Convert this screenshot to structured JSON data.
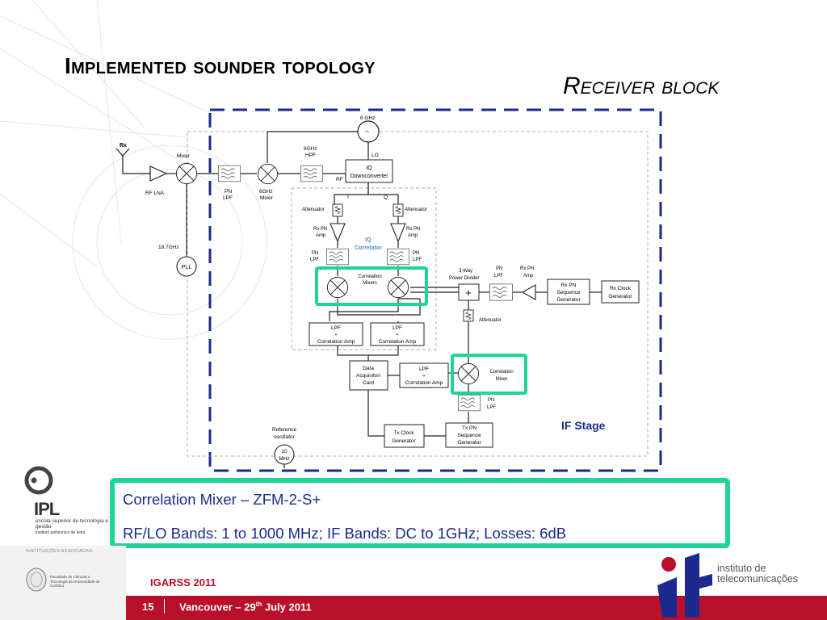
{
  "slide": {
    "title": "Implemented sounder topology",
    "subtitle": "Receiver block"
  },
  "diagram": {
    "rx": "Rx",
    "mixer": "Mixer",
    "rf_lna": "RF LNA",
    "pn": "PN",
    "lpf": "LPF",
    "ghz6": "6GHz",
    "mixer2": "Mixer",
    "hpf": "HPF",
    "ghz6b": "6GHz",
    "lo_freq": "6 GHz",
    "lo": "LO",
    "rf": "RF",
    "iq": "IQ",
    "downconverter": "Downconverter",
    "i": "I",
    "q": "Q",
    "attenuator": "Attenuator",
    "rx_pn": "Rx PN",
    "amp": "Amp",
    "iq_correlator_1": "IQ",
    "iq_correlator_2": "Correlator",
    "correlation": "Correlation",
    "mixers": "Mixers",
    "plus": "+",
    "corr_amp": "Correlation Amp",
    "data_1": "Data",
    "data_2": "Acquisiton",
    "data_3": "Card",
    "pll_freq": "18.7GHz",
    "pll": "PLL",
    "way3": "3-Way",
    "power_divider": "Power Divider",
    "rx_pn_seq_1": "Rx PN",
    "rx_pn_seq_2": "Sequence",
    "rx_pn_seq_3": "Generator",
    "rx_clock_1": "Rx Clock",
    "rx_clock_2": "Generator",
    "mixer_single": "Mixer",
    "tx_clock_1": "Tx Clock",
    "tx_clock_2": "Generator",
    "tx_pn_1": "Tx PN",
    "tx_pn_2": "Sequence",
    "tx_pn_3": "Generator",
    "ref_osc_1": "Reference",
    "ref_osc_2": "oscillator",
    "mhz10_1": "10",
    "mhz10_2": "MHz",
    "if_stage": "IF Stage"
  },
  "info": {
    "line1": "Correlation Mixer – ZFM-2-S+",
    "line2": "RF/LO Bands: 1 to 1000 MHz; IF Bands: DC to 1GHz;   Losses: 6dB"
  },
  "footer": {
    "conference": "IGARSS 2011",
    "page": "15",
    "place": "Vancouver – 29",
    "ordinal": "th",
    "date": " July 2011"
  },
  "logos": {
    "ipl": "IPL",
    "ipl_sub": "escola superior de tecnologia e gestão",
    "ipl_sub2": "instituto politécnico de leiria",
    "associated": "INSTITUIÇÕES ASSOCIADAS:",
    "fct": "Faculdade de Ciências e Tecnologia da Universidade de Coimbra",
    "it_1": "instituto de",
    "it_2": "telecomunicações"
  },
  "colors": {
    "highlight": "#1fd39a",
    "navy": "#1b2a8c",
    "accent_red": "#b8102a",
    "iq_blue": "#4a8fd4"
  }
}
